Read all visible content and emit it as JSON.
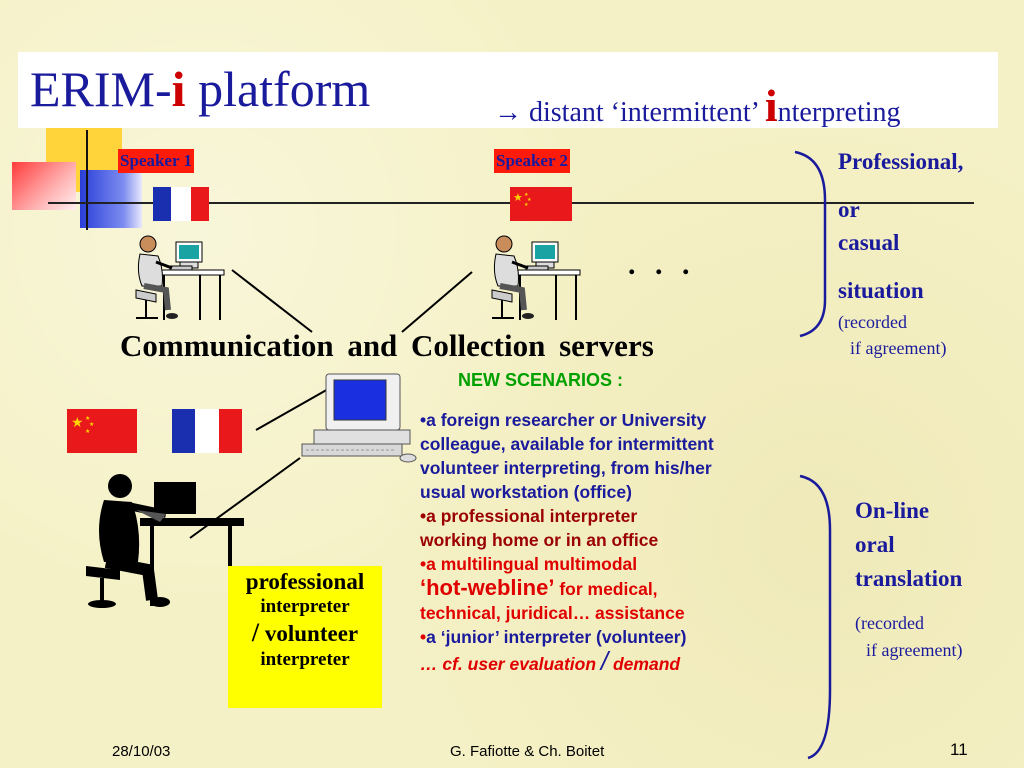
{
  "title": {
    "main_prefix": "ERIM-",
    "main_i": "i",
    "main_suffix": " platform",
    "arrow": "→",
    "sub_prefix": " distant ‘intermittent’ ",
    "sub_i": "i",
    "sub_suffix": "nterpreting"
  },
  "speakers": {
    "speaker1": "Speaker 1",
    "speaker2": "Speaker 2"
  },
  "ellipsis": ". . .",
  "comm_label": "Communication  and  Collection  servers",
  "right_top": {
    "line1": "Professional,",
    "line2": "or",
    "line3": "casual",
    "line4": "situation",
    "note1": "(recorded",
    "note2": "if agreement)"
  },
  "scenarios": {
    "heading": "NEW SCENARIOS :",
    "item1_a": "•a foreign researcher or University",
    "item1_b": "colleague,  available for intermittent",
    "item1_c": "volunteer interpreting, from his/her",
    "item1_d": "usual workstation (office)",
    "item2_a": "•a professional interpreter",
    "item2_b": "working  home or in an office",
    "item3_a": "•a multilingual multimodal",
    "item3_b_big": "‘hot-webline’",
    "item3_b_rest": "  for medical,",
    "item3_c": "technical, juridical…  assistance",
    "item4_bullet": "•",
    "item4": "a ‘junior’ interpreter (volunteer)",
    "item5_a": "…   cf. user  evaluation ",
    "item5_slash": "/",
    "item5_b": " demand"
  },
  "right_bottom": {
    "line1": "On-line",
    "line2": "oral",
    "line3": "translation",
    "note1": "(recorded",
    "note2": "if agreement)"
  },
  "interpreter_box": {
    "line1": "professional",
    "line2": "interpreter",
    "slash": "/",
    "line3": " volunteer",
    "line4": "interpreter"
  },
  "footer": {
    "date": "28/10/03",
    "authors": "G. Fafiotte & Ch. Boitet",
    "page": "11"
  },
  "colors": {
    "title_blue": "#1a1a9c",
    "accent_red": "#cc0000",
    "scenario_green": "#00a000",
    "highlight_yellow": "#ffff00",
    "speaker_label_bg": "#ff1b0a"
  },
  "icons": {
    "flag_fr": "french-flag",
    "flag_cn": "chinese-flag",
    "workstation": "person-at-computer",
    "server": "desktop-computer"
  }
}
